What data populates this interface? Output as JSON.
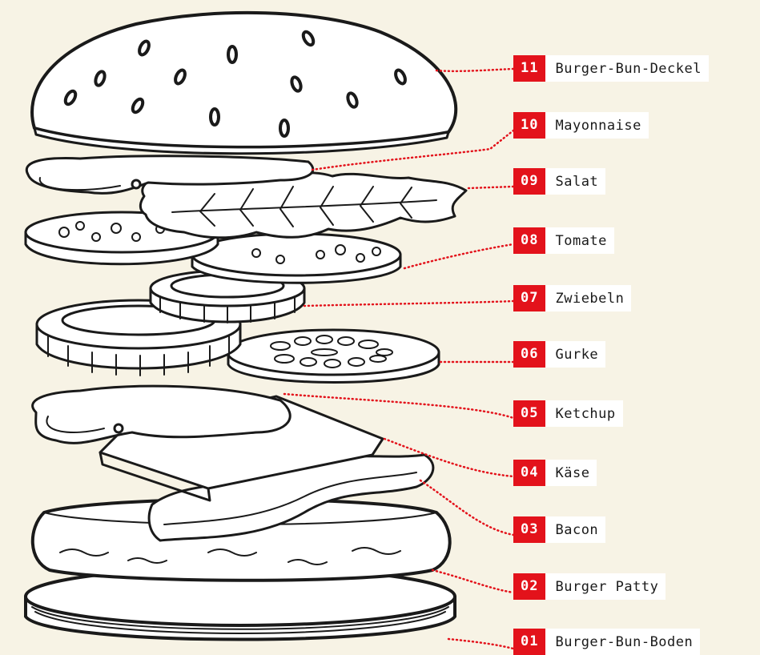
{
  "diagram": {
    "colors": {
      "background": "#f7f3e5",
      "line": "#1a1a1a",
      "fill": "#ffffff",
      "accent": "#e3121b"
    },
    "labels": [
      {
        "num": "11",
        "text": "Burger-Bun-Deckel"
      },
      {
        "num": "10",
        "text": "Mayonnaise"
      },
      {
        "num": "09",
        "text": "Salat"
      },
      {
        "num": "08",
        "text": "Tomate"
      },
      {
        "num": "07",
        "text": "Zwiebeln"
      },
      {
        "num": "06",
        "text": "Gurke"
      },
      {
        "num": "05",
        "text": "Ketchup"
      },
      {
        "num": "04",
        "text": "Käse"
      },
      {
        "num": "03",
        "text": "Bacon"
      },
      {
        "num": "02",
        "text": "Burger Patty"
      },
      {
        "num": "01",
        "text": "Burger-Bun-Boden"
      }
    ]
  }
}
